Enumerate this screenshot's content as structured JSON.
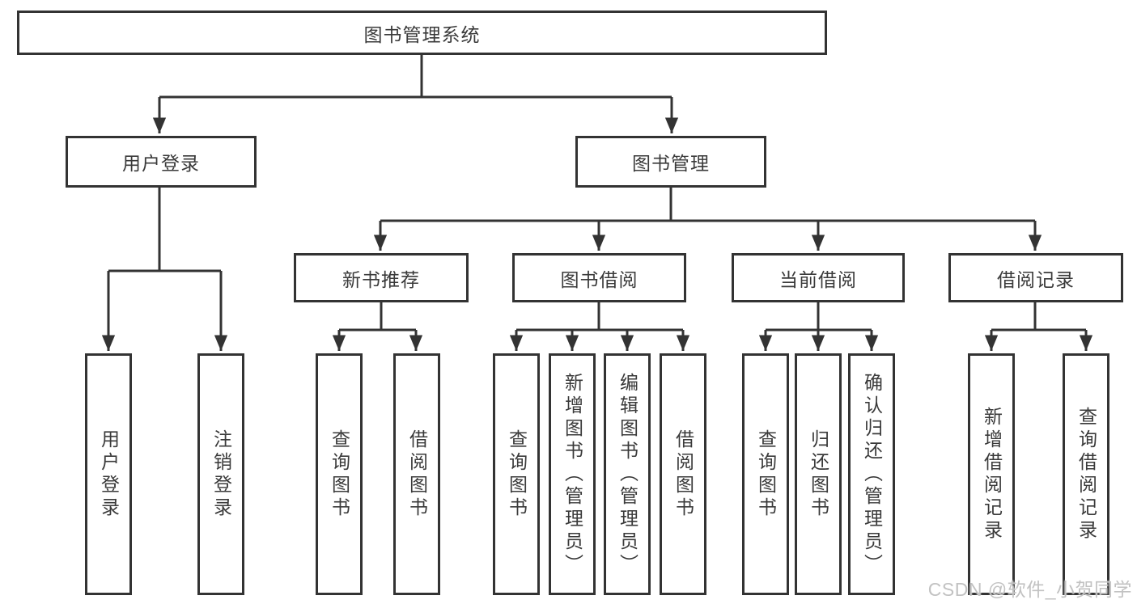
{
  "diagram": {
    "root": {
      "label": "图书管理系统"
    },
    "level2": [
      {
        "label": "用户登录"
      },
      {
        "label": "图书管理"
      }
    ],
    "level3": [
      {
        "label": "新书推荐"
      },
      {
        "label": "图书借阅"
      },
      {
        "label": "当前借阅"
      },
      {
        "label": "借阅记录"
      }
    ],
    "leaves": [
      {
        "label": "用户登录"
      },
      {
        "label": "注销登录"
      },
      {
        "label": "查询图书"
      },
      {
        "label": "借阅图书"
      },
      {
        "label": "查询图书"
      },
      {
        "label": "新增图书（管理员）"
      },
      {
        "label": "编辑图书（管理员）"
      },
      {
        "label": "借阅图书"
      },
      {
        "label": "查询图书"
      },
      {
        "label": "归还图书"
      },
      {
        "label": "确认归还（管理员）"
      },
      {
        "label": "新增借阅记录"
      },
      {
        "label": "查询借阅记录"
      }
    ],
    "colors": {
      "line": "#333333",
      "text": "#3a3a3a",
      "box_background": "#ffffff"
    }
  },
  "watermark": {
    "text": "CSDN @软件_小贺同学",
    "color": "#c2c2c2"
  }
}
